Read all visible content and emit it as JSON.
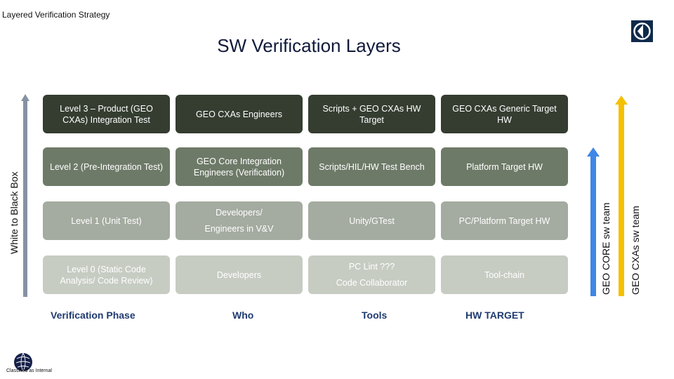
{
  "header": {
    "section_label": "Layered Verification Strategy"
  },
  "page_title": "SW Verification Layers",
  "left_axis_label": "White to Black Box",
  "right_labels": {
    "core": "GEO CORE  sw team",
    "cxas": "GEO CXAs sw team"
  },
  "colors": {
    "level3": "#343d30",
    "level2": "#6e7a68",
    "level1": "#a4aba0",
    "level0": "#c7ccc3",
    "arrow_gray": "#8592a3",
    "arrow_blue": "#3f86e6",
    "arrow_yellow": "#f5c000",
    "column_header": "#1f3a70"
  },
  "table": {
    "columns": [
      "Verification Phase",
      "Who",
      "Tools",
      "HW TARGET"
    ],
    "rows": [
      [
        {
          "l1": "Level 3 – Product (GEO CXAs) Integration Test",
          "l2": ""
        },
        {
          "l1": "GEO CXAs Engineers",
          "l2": ""
        },
        {
          "l1": "Scripts + GEO CXAs HW Target",
          "l2": ""
        },
        {
          "l1": "GEO CXAs Generic Target HW",
          "l2": ""
        }
      ],
      [
        {
          "l1": "Level 2 (Pre-Integration Test)",
          "l2": ""
        },
        {
          "l1": "GEO Core Integration Engineers (Verification)",
          "l2": ""
        },
        {
          "l1": "Scripts/HIL/HW Test Bench",
          "l2": ""
        },
        {
          "l1": "Platform Target HW",
          "l2": ""
        }
      ],
      [
        {
          "l1": "Level 1 (Unit Test)",
          "l2": ""
        },
        {
          "l1": "Developers/",
          "l2": "Engineers in V&V"
        },
        {
          "l1": "Unity/GTest",
          "l2": ""
        },
        {
          "l1": "PC/Platform Target HW",
          "l2": ""
        }
      ],
      [
        {
          "l1": "Level 0 (Static Code Analysis/ Code Review)",
          "l2": ""
        },
        {
          "l1": "Developers",
          "l2": ""
        },
        {
          "l1": "PC Lint ???",
          "l2": "Code Collaborator"
        },
        {
          "l1": "Tool-chain",
          "l2": ""
        }
      ]
    ]
  },
  "footer": {
    "classification": "Classified as Internal"
  }
}
